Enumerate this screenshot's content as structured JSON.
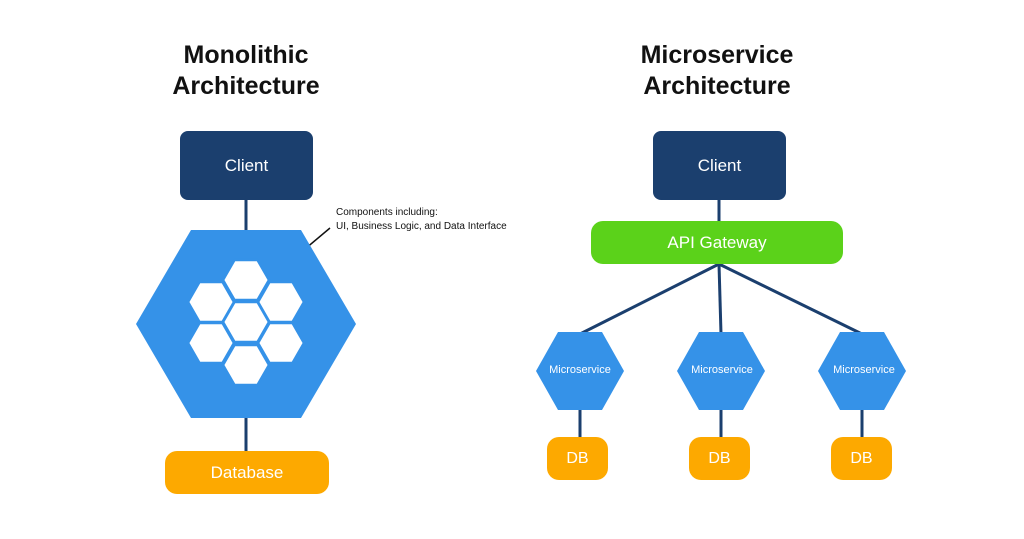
{
  "monolithic": {
    "title_line1": "Monolithic",
    "title_line2": "Architecture",
    "client_label": "Client",
    "annotation_line1": "Components including:",
    "annotation_line2": "UI, Business Logic, and Data Interface",
    "database_label": "Database"
  },
  "microservice": {
    "title_line1": "Microservice",
    "title_line2": "Architecture",
    "client_label": "Client",
    "gateway_label": "API Gateway",
    "services": [
      {
        "label": "Microservice",
        "db_label": "DB"
      },
      {
        "label": "Microservice",
        "db_label": "DB"
      },
      {
        "label": "Microservice",
        "db_label": "DB"
      }
    ]
  },
  "colors": {
    "client": "#1b3f6e",
    "hexagon": "#3592e8",
    "gateway": "#5bd21a",
    "database": "#fda900",
    "connector": "#1b3f6e"
  }
}
